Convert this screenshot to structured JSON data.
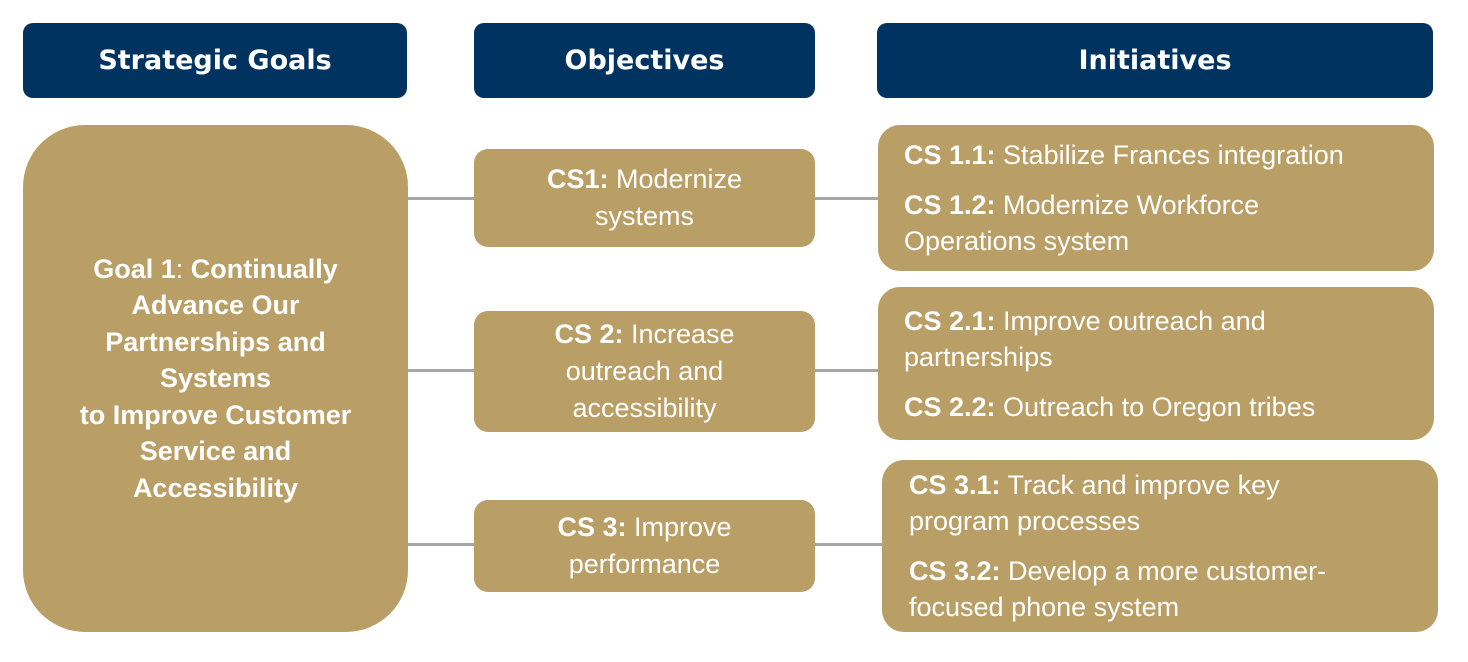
{
  "headers": {
    "goals": "Strategic Goals",
    "objectives": "Objectives",
    "initiatives": "Initiatives"
  },
  "goal": {
    "label": "Goal 1",
    "sep": ": ",
    "text": "Continually Advance Our Partnerships and Systems to Improve Customer Service and Accessibility",
    "line1": "Continually",
    "line2": "Advance Our",
    "line3": "Partnerships and",
    "line4": "Systems",
    "line5": "to Improve Customer",
    "line6": "Service and",
    "line7": "Accessibility"
  },
  "objectives": [
    {
      "code": "CS1:",
      "text": " Modernize systems"
    },
    {
      "code": "CS 2:",
      "text": " Increase outreach and accessibility"
    },
    {
      "code": "CS 3:",
      "text": " Improve performance"
    }
  ],
  "initiatives": [
    [
      {
        "code": "CS 1.1:",
        "text": " Stabilize Frances integration"
      },
      {
        "code": "CS 1.2:",
        "text": " Modernize Workforce Operations system"
      }
    ],
    [
      {
        "code": "CS 2.1:",
        "text": " Improve outreach and partnerships"
      },
      {
        "code": "CS 2.2:",
        "text": " Outreach to Oregon tribes"
      }
    ],
    [
      {
        "code": "CS 3.1:",
        "text": " Track and improve key program processes"
      },
      {
        "code": "CS 3.2:",
        "text": " Develop a more customer-focused phone system"
      }
    ]
  ],
  "colors": {
    "header_bg": "#003360",
    "box_bg": "#b99e66",
    "connector": "#a6a6a6"
  }
}
